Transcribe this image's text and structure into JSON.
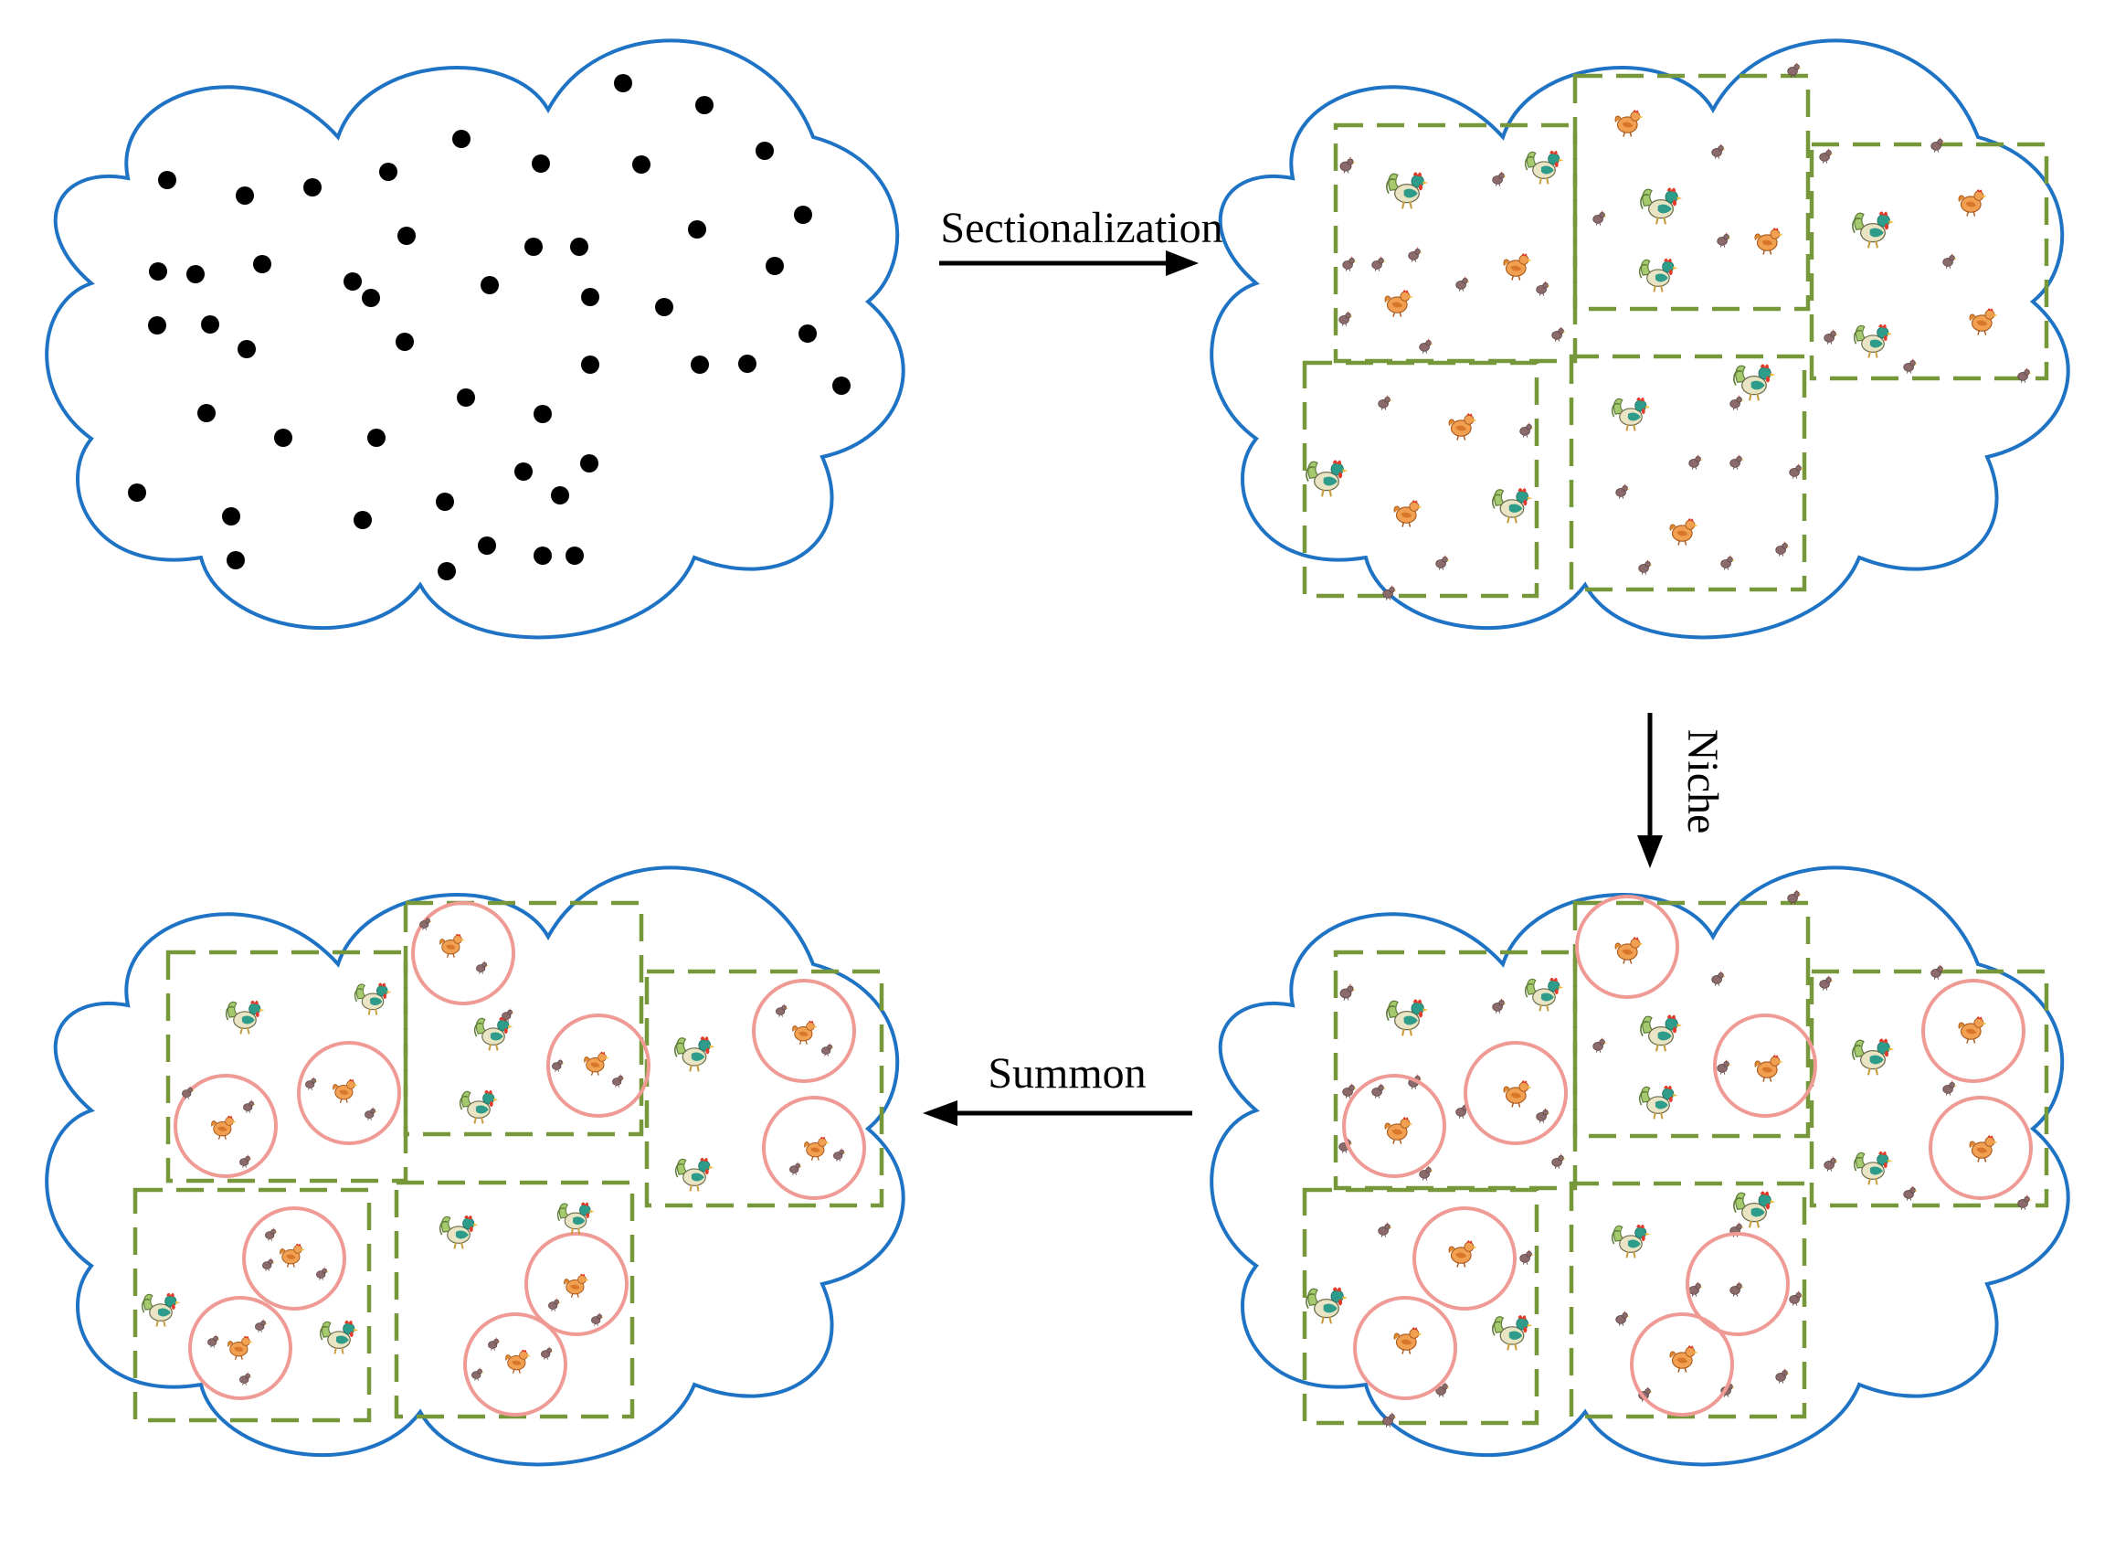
{
  "labels": {
    "sectionalization": "Sectionalization",
    "niche": "Niche",
    "summon": "Summon"
  },
  "icons": {
    "point": "population-point",
    "rooster": "rooster-icon",
    "hen": "hen-icon",
    "chick": "chick-icon"
  },
  "colors": {
    "cloud_outline": "#1f73c4",
    "section_box": "#76973a",
    "niche_circle": "#ef9a94",
    "arrow": "#000000",
    "point": "#000000"
  }
}
